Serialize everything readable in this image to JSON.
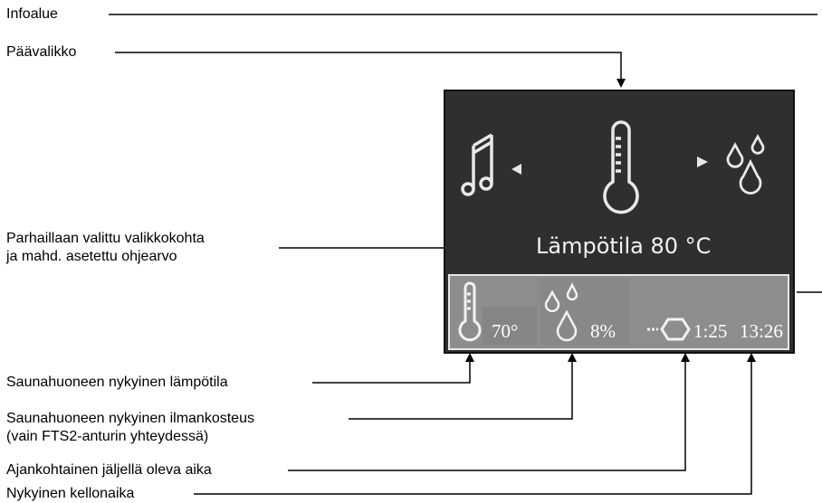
{
  "labels": {
    "info_area": "Infoalue",
    "main_menu": "Päävalikko",
    "selected_item_line1": "Parhaillaan valittu valikkokohta",
    "selected_item_line2": "ja mahd. asetettu ohjearvo",
    "current_temp": "Saunahuoneen nykyinen lämpötila",
    "current_humidity_line1": "Saunahuoneen nykyinen ilmankosteus",
    "current_humidity_line2": "(vain FTS2-anturin yhteydessä)",
    "remaining_time": "Ajankohtainen jäljellä oleva aika",
    "current_clock": "Nykyinen kellonaika"
  },
  "screen": {
    "selected_item": "Lämpötila 80 °C",
    "menu_icons": [
      "music-icon",
      "thermometer-icon",
      "humidity-icon"
    ],
    "info_bar": {
      "temperature": "70°",
      "humidity": "8%",
      "remaining_time": "1:25",
      "clock": "13:26"
    }
  },
  "colors": {
    "screen_bg": "#2f2f2f",
    "info_bar_bg": "#8d8d8d",
    "icon": "#e8e8e8"
  }
}
